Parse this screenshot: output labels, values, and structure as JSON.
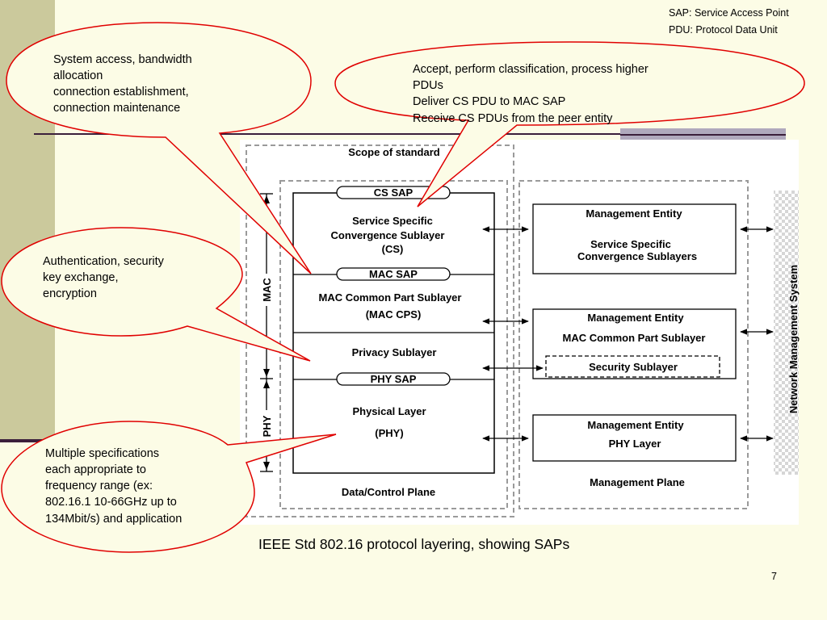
{
  "legend": {
    "sap": "SAP: Service Access Point",
    "pdu": "PDU: Protocol Data Unit"
  },
  "callouts": {
    "mac_functions": [
      "System access, bandwidth",
      "allocation",
      "connection establishment,",
      "connection maintenance"
    ],
    "cs_functions": [
      "Accept, perform classification, process higher",
      "PDUs",
      "Deliver CS PDU to MAC SAP",
      "Receive CS PDUs from the peer entity"
    ],
    "security_functions": [
      "Authentication, security",
      "key exchange,",
      "encryption"
    ],
    "phy_functions": [
      "Multiple specifications",
      "each appropriate to",
      "frequency range (ex:",
      "802.16.1 10-66GHz up to",
      "134Mbit/s) and application"
    ]
  },
  "diagram": {
    "scope_label": "Scope of standard",
    "mac_label": "MAC",
    "phy_label": "PHY",
    "data_plane": {
      "title": "Data/Control Plane",
      "cs_sap": "CS SAP",
      "mac_sap": "MAC SAP",
      "phy_sap": "PHY SAP",
      "cs_lines": [
        "Service Specific",
        "Convergence Sublayer",
        "(CS)"
      ],
      "mac_cps_lines": [
        "MAC Common Part Sublayer",
        "(MAC CPS)"
      ],
      "privacy": "Privacy Sublayer",
      "phy_lines": [
        "Physical Layer",
        "(PHY)"
      ]
    },
    "management_plane": {
      "title": "Management Plane",
      "cs_entity": [
        "Management Entity",
        "Service Specific",
        "Convergence Sublayers"
      ],
      "mac_entity": [
        "Management Entity",
        "MAC Common Part Sublayer"
      ],
      "security_sublayer": "Security Sublayer",
      "phy_entity": [
        "Management Entity",
        "PHY Layer"
      ]
    },
    "nms_label": "Network Management System"
  },
  "caption": "IEEE Std 802.16 protocol layering, showing SAPs",
  "page_number": "7",
  "colors": {
    "background": "#fcfce6",
    "left_bar": "#cbc99c",
    "callout_stroke": "#e00000",
    "rule_dark": "#3b1f3b",
    "rule_light": "#b0a9bd"
  }
}
